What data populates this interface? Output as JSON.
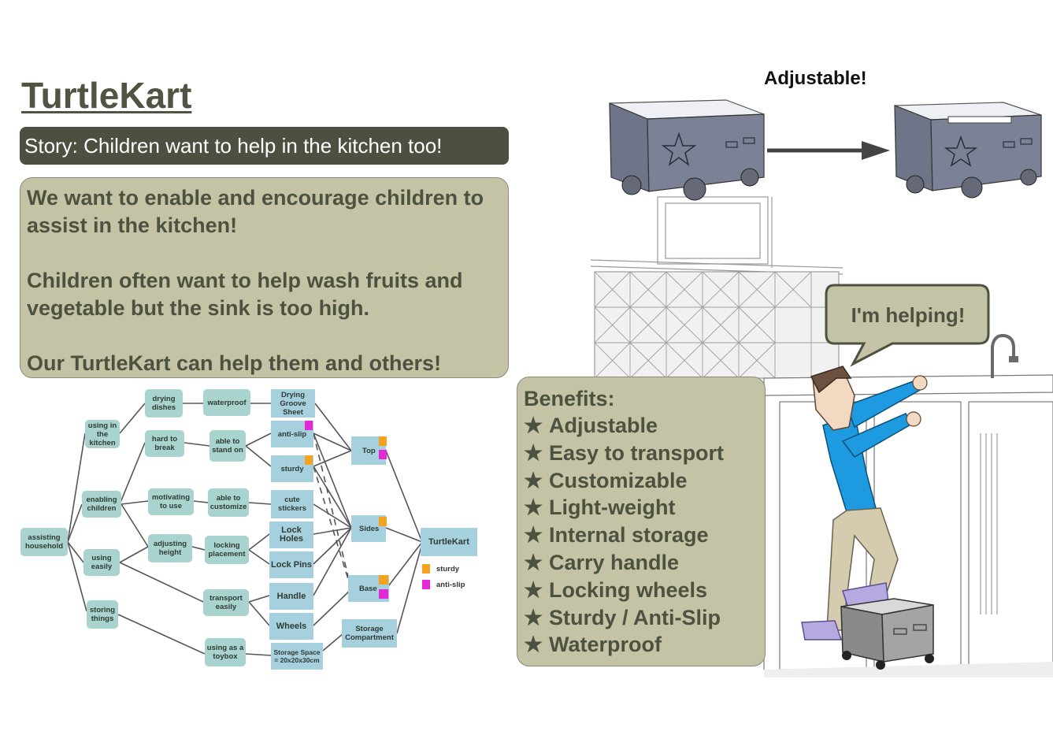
{
  "title": "TurtleKart",
  "story": "Story: Children want to help in the kitchen too!",
  "mission": [
    "We want to enable and encourage children to assist in the kitchen!",
    "Children often want to help wash fruits and vegetable but the sink is too high.",
    "Our TurtleKart can help them and others!"
  ],
  "adjustable_label": "Adjustable!",
  "speech": "I'm helping!",
  "benefits": {
    "heading": "Benefits:",
    "star": "★",
    "items": [
      "Adjustable",
      "Easy to transport",
      "Customizable",
      "Light-weight",
      "Internal storage",
      "Carry handle",
      "Locking wheels",
      "Sturdy / Anti-Slip",
      "Waterproof"
    ]
  },
  "colors": {
    "dark_box": "#4c5041",
    "khaki_box": "#c5c3a5",
    "node_green": "#a9d3cf",
    "node_blue": "#a7d0de",
    "sturdy_tag": "#f5a21e",
    "antislip_tag": "#e627d8",
    "cart_gray": "#7c8295",
    "shirt_blue": "#1e9be0"
  },
  "diagram": {
    "nodes": {
      "assisting": "assisting household",
      "using_kitchen": "using in the kitchen",
      "enabling": "enabling children",
      "using_easily": "using easily",
      "storing": "storing things",
      "drying": "drying dishes",
      "hard_break": "hard to break",
      "motivating": "motivating to use",
      "adjusting": "adjusting height",
      "waterproof": "waterproof",
      "able_stand": "able to stand on",
      "able_customize": "able to customize",
      "locking": "locking placement",
      "transport": "transport easily",
      "toybox": "using as a toybox",
      "drying_groove": "Drying Groove Sheet",
      "antislip": "anti-slip",
      "sturdy": "sturdy",
      "cute": "cute stickers",
      "lock_holes": "Lock Holes",
      "lock_pins": "Lock Pins",
      "handle": "Handle",
      "wheels": "Wheels",
      "storage_space": "Storage Space = 20x20x30cm",
      "top": "Top",
      "sides": "Sides",
      "base": "Base",
      "storage_comp": "Storage Compartment",
      "turtlekart": "TurtleKart"
    },
    "legend": [
      {
        "label": "sturdy",
        "color": "#f5a21e"
      },
      {
        "label": "anti-slip",
        "color": "#e627d8"
      }
    ]
  }
}
